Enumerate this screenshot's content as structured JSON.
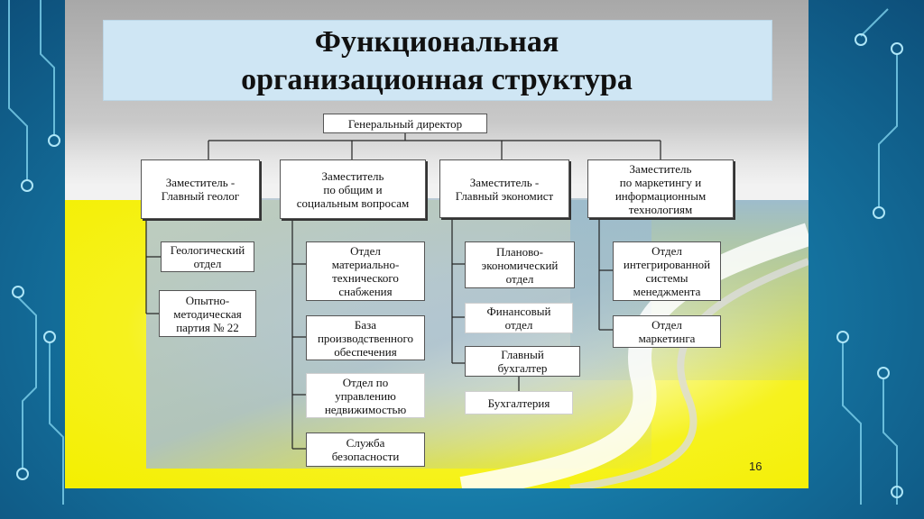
{
  "title": {
    "line1": "Функциональная",
    "line2": "организационная структура"
  },
  "root": "Генеральный директор",
  "deputies": [
    "Заместитель -\nГлавный геолог",
    "Заместитель\nпо общим и\nсоциальным вопросам",
    "Заместитель -\nГлавный экономист",
    "Заместитель\nпо маркетингу и\nинформационным\nтехнологиям"
  ],
  "departments": {
    "geology": [
      "Геологический\nотдел",
      "Опытно-\nметодическая\nпартия № 22"
    ],
    "general": [
      "Отдел\nматериально-\nтехнического\nснабжения",
      "База\nпроизводственного\nобеспечения",
      "Отдел по\nуправлению\nнедвижимостью",
      "Служба\nбезопасности"
    ],
    "economics": [
      "Планово-\nэкономический\nотдел",
      "Финансовый\nотдел",
      "Главный\nбухгалтер",
      "Бухгалтерия"
    ],
    "marketing": [
      "Отдел\nинтегрированной\nсистемы\nменеджмента",
      "Отдел\nмаркетинга"
    ]
  },
  "page_number": "16"
}
